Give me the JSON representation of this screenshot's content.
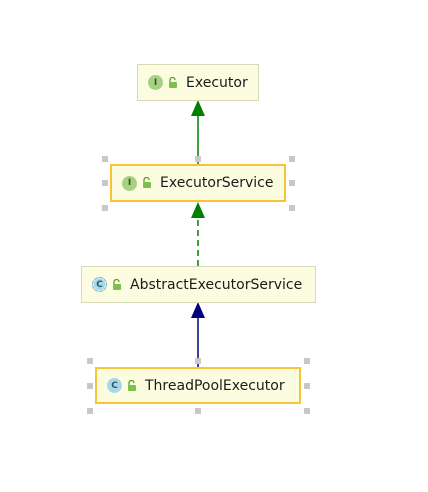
{
  "nodes": {
    "executor": {
      "label": "Executor",
      "kind": "I"
    },
    "executor_service": {
      "label": "ExecutorService",
      "kind": "I"
    },
    "abstract_executor_service": {
      "label": "AbstractExecutorService",
      "kind": "C"
    },
    "thread_pool_executor": {
      "label": "ThreadPoolExecutor",
      "kind": "C"
    }
  },
  "edges": [
    {
      "from": "executor_service",
      "to": "executor",
      "type": "extends",
      "color": "#008000",
      "style": "solid"
    },
    {
      "from": "abstract_executor_service",
      "to": "executor_service",
      "type": "implements",
      "color": "#008000",
      "style": "dashed"
    },
    {
      "from": "thread_pool_executor",
      "to": "abstract_executor_service",
      "type": "extends",
      "color": "#000080",
      "style": "solid"
    }
  ],
  "colors": {
    "node_fill": "#fcfce0",
    "selected_border": "#f7c436",
    "interface_badge": "#a6d184",
    "class_badge": "#a8d8e6",
    "selection_handle": "#c8c8c8"
  }
}
